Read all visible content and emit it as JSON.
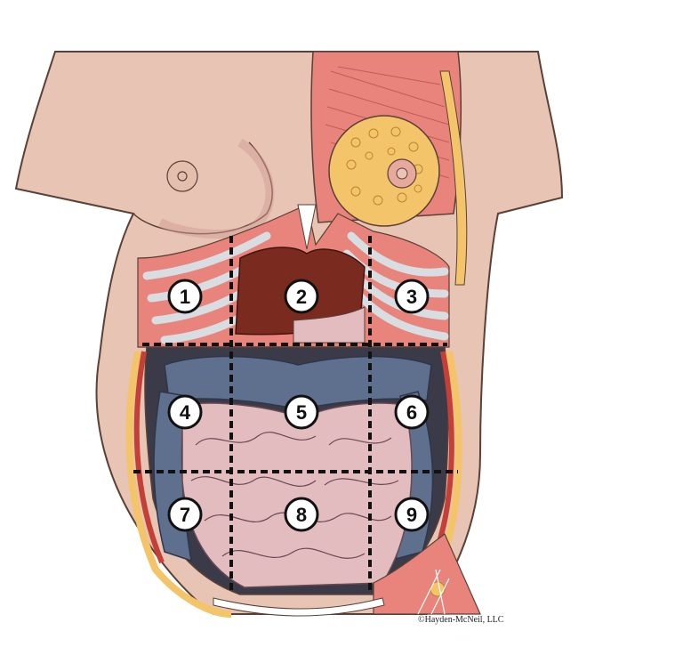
{
  "diagram": {
    "regions": [
      {
        "id": "1",
        "label": "1"
      },
      {
        "id": "2",
        "label": "2"
      },
      {
        "id": "3",
        "label": "3"
      },
      {
        "id": "4",
        "label": "4"
      },
      {
        "id": "5",
        "label": "5"
      },
      {
        "id": "6",
        "label": "6"
      },
      {
        "id": "7",
        "label": "7"
      },
      {
        "id": "8",
        "label": "8"
      },
      {
        "id": "9",
        "label": "9"
      }
    ],
    "credit": "©Hayden-McNeil, LLC"
  },
  "colors": {
    "skin": "#e7c4b4",
    "skin_outline": "#5a4036",
    "muscle": "#e8847c",
    "muscle_light": "#f2a49a",
    "rib": "#d8dde2",
    "liver": "#7a2a1e",
    "fat": "#f4c46a",
    "colon": "#5f6f8e",
    "small_intestine": "#e3bcc0",
    "peritoneum": "#c33f37"
  }
}
